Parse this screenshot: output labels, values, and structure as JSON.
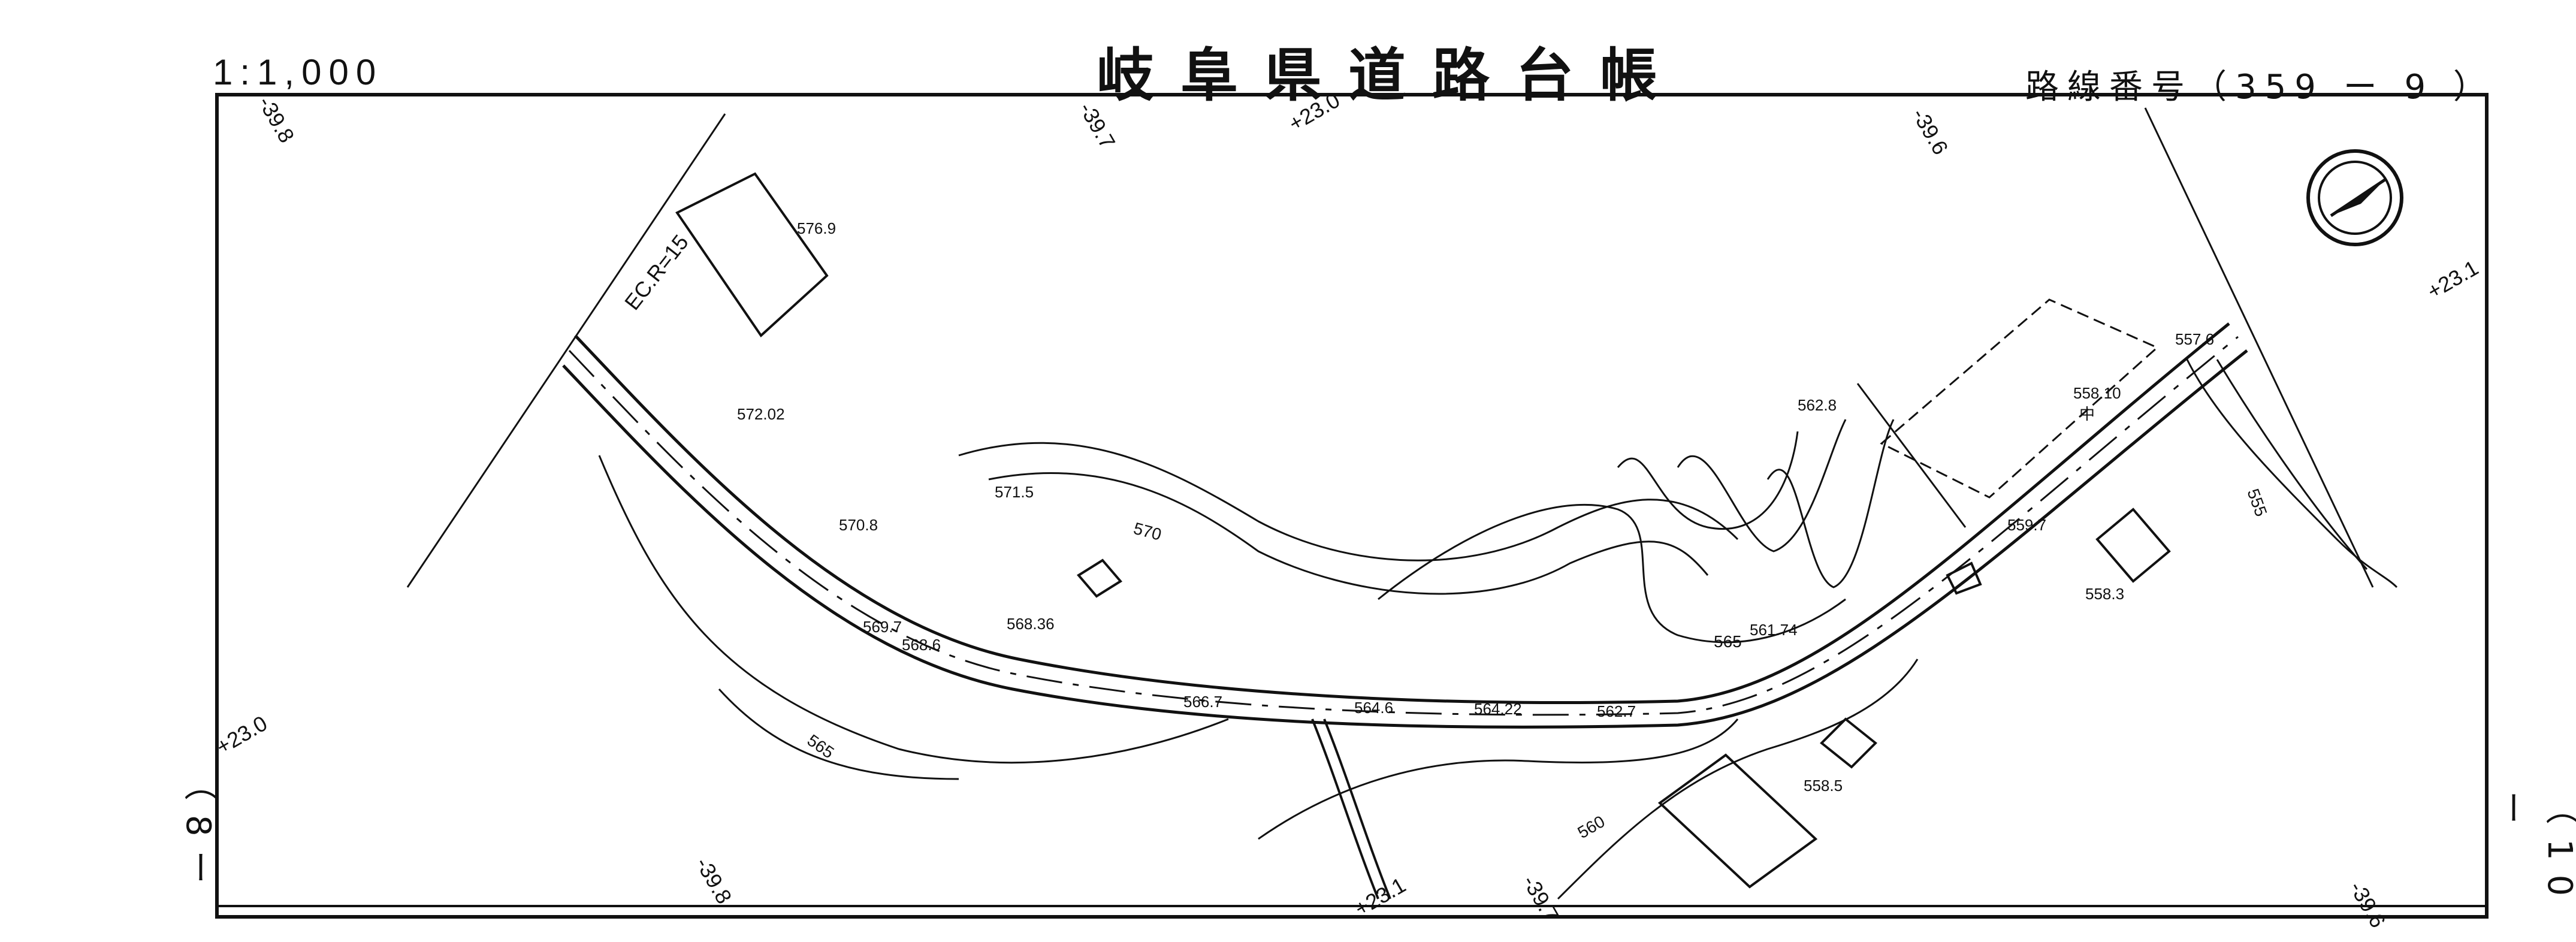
{
  "header": {
    "scale": "1:1,000",
    "title": "岐阜県道路台帳",
    "route_number": "路線番号（359 ー 9 ）"
  },
  "side_labels": {
    "left": "（8ー",
    "right": "（10ー"
  },
  "colors": {
    "line": "#111111",
    "background": "#ffffff"
  },
  "icons": {
    "compass": "north-arrow-icon"
  },
  "map": {
    "curve_label": "EC.R=15",
    "grid_marks": [
      "-39.8",
      "-39.7",
      "+23.0",
      "-39.6",
      "+23.1",
      "+23.0",
      "-39.8",
      "+23.1",
      "-39.7",
      "-39.6"
    ],
    "elevations": [
      "576.9",
      "572.02",
      "571.5",
      "570.8",
      "569.7",
      "568.6",
      "568.36",
      "566.7",
      "564.6",
      "564.22",
      "562.7",
      "561.74",
      "562.8",
      "558.10",
      "557.6",
      "559.7",
      "558.3",
      "558.5"
    ],
    "contours": [
      "570",
      "565",
      "565",
      "560",
      "555"
    ],
    "symbols": [
      "中"
    ]
  }
}
